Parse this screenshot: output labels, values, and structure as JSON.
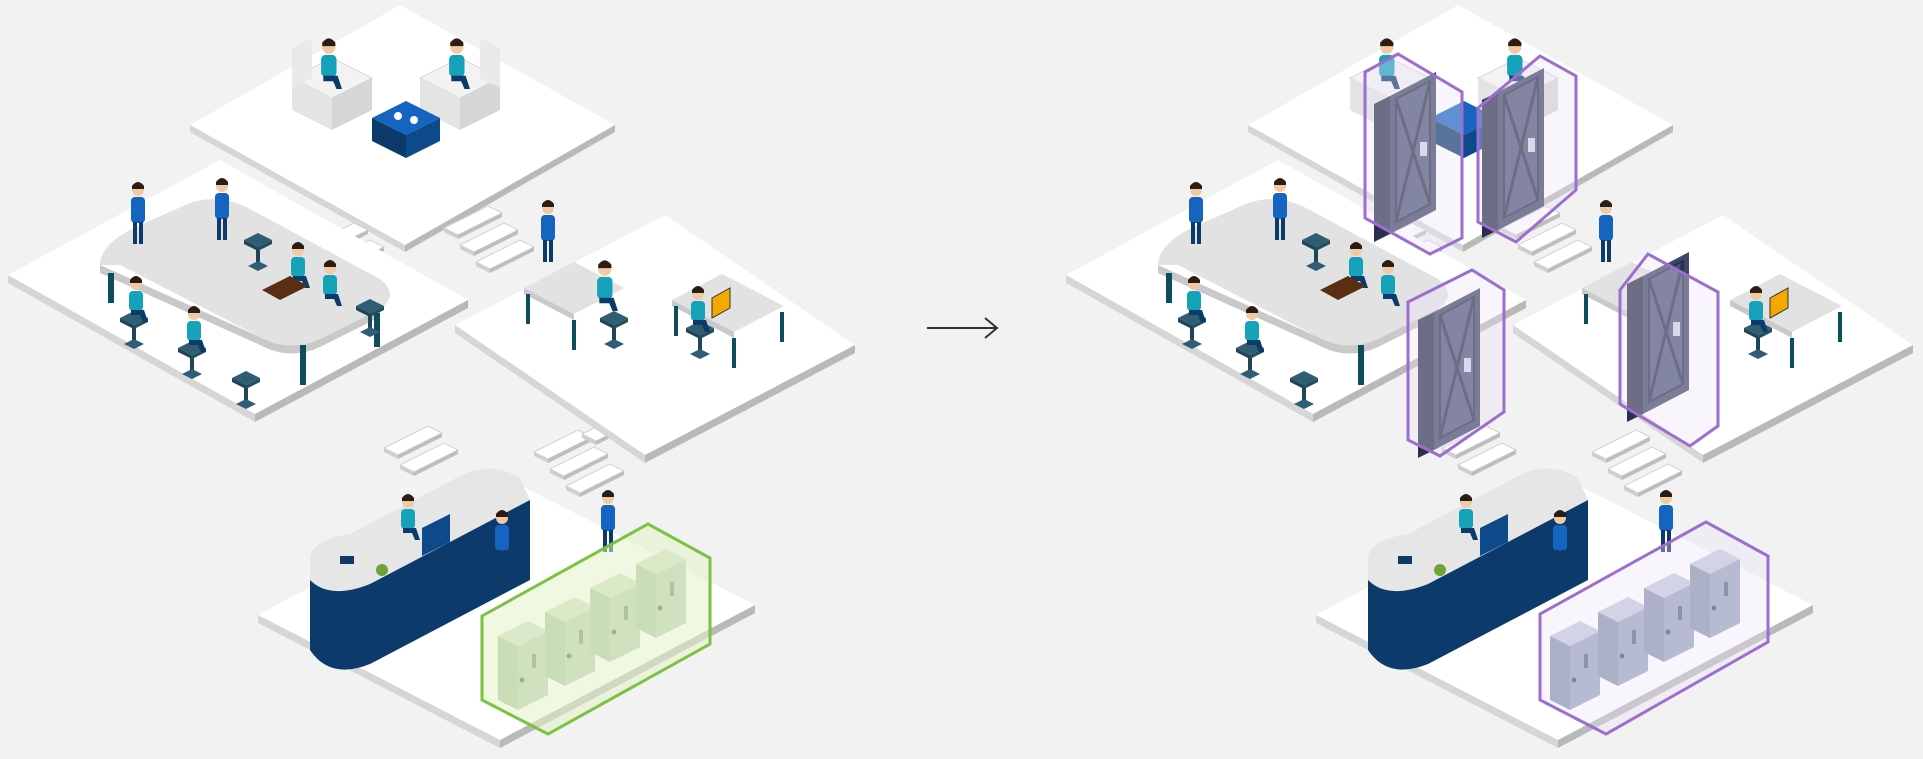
{
  "arrow": {
    "glyph": "→"
  },
  "colors": {
    "background": "#f2f2f2",
    "floor_top": "#ffffff",
    "floor_left": "#d6d6d6",
    "floor_right": "#b9b9b9",
    "navy": "#0b3a6b",
    "blue": "#1565c0",
    "teal": "#16a2b8",
    "chair": "#2f5d73",
    "table": "#e2e2e2",
    "door": "#3f4766",
    "door_dark": "#2a304a",
    "turnstile_green": "#b7cdb2",
    "turnstile_grey": "#9aa6bd",
    "highlight_green": "#7cc242",
    "highlight_green_fill": "#e4f2c9",
    "highlight_purple": "#9b6ed0",
    "highlight_purple_fill": "#ece3f6",
    "arrow": "#333333"
  },
  "panels": [
    {
      "id": "before",
      "icons": [
        {
          "name": "lounge-room-icon",
          "room": "lounge"
        },
        {
          "name": "meeting-room-icon",
          "room": "meeting"
        },
        {
          "name": "office-room-icon",
          "room": "office"
        },
        {
          "name": "reception-room-icon",
          "room": "reception"
        },
        {
          "name": "stairs-icon",
          "room": "stairs"
        },
        {
          "name": "turnstile-gate-icon",
          "room": "reception"
        }
      ],
      "highlight": "turnstiles",
      "highlight_color": "green"
    },
    {
      "id": "after",
      "icons": [
        {
          "name": "lounge-room-icon",
          "room": "lounge"
        },
        {
          "name": "meeting-room-icon",
          "room": "meeting"
        },
        {
          "name": "office-room-icon",
          "room": "office"
        },
        {
          "name": "reception-room-icon",
          "room": "reception"
        },
        {
          "name": "stairs-icon",
          "room": "stairs"
        },
        {
          "name": "security-door-icon",
          "room": "lounge",
          "count": 2
        },
        {
          "name": "security-door-icon",
          "room": "meeting",
          "count": 1
        },
        {
          "name": "security-door-icon",
          "room": "office",
          "count": 1
        },
        {
          "name": "turnstile-gate-icon",
          "room": "reception"
        }
      ],
      "highlight": "doors-and-turnstiles",
      "highlight_color": "purple"
    }
  ]
}
